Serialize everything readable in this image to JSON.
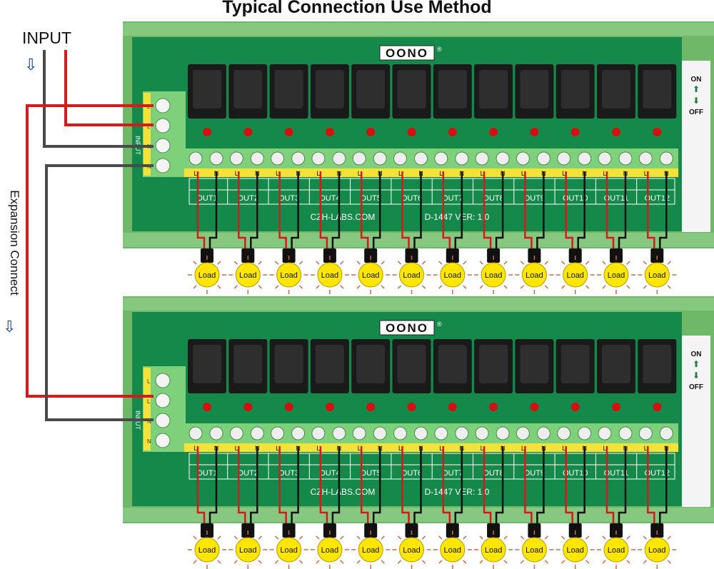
{
  "title": "Typical Connection Use Method",
  "input_label": "INPUT",
  "expansion_label": "Expansion Connect",
  "arrow_icon": "⇩",
  "board": {
    "brand": "OONO",
    "registered": "®",
    "on_label": "ON",
    "off_label": "OFF",
    "input_side_label": "INPUT",
    "input_terminals": [
      "L",
      "L",
      "N",
      "N"
    ],
    "terminal_l": "L",
    "terminal_n": "N",
    "outputs": [
      "OUT1",
      "OUT2",
      "OUT3",
      "OUT4",
      "OUT5",
      "OUT6",
      "OUT7",
      "OUT8",
      "OUT9",
      "OUT10",
      "OUT11",
      "OUT12"
    ],
    "website": "CZH-LABS.COM",
    "model": "D-1447  VER: 1.0",
    "load_label": "Load"
  },
  "colors": {
    "rail": "#6fb86a",
    "pcb": "#14894a",
    "terminal": "#7fd07a",
    "strip": "#f2e23a",
    "red_wire": "#d8191c",
    "black_wire": "#4a4a4a",
    "led": "#d51010",
    "load": "#ffe600"
  }
}
